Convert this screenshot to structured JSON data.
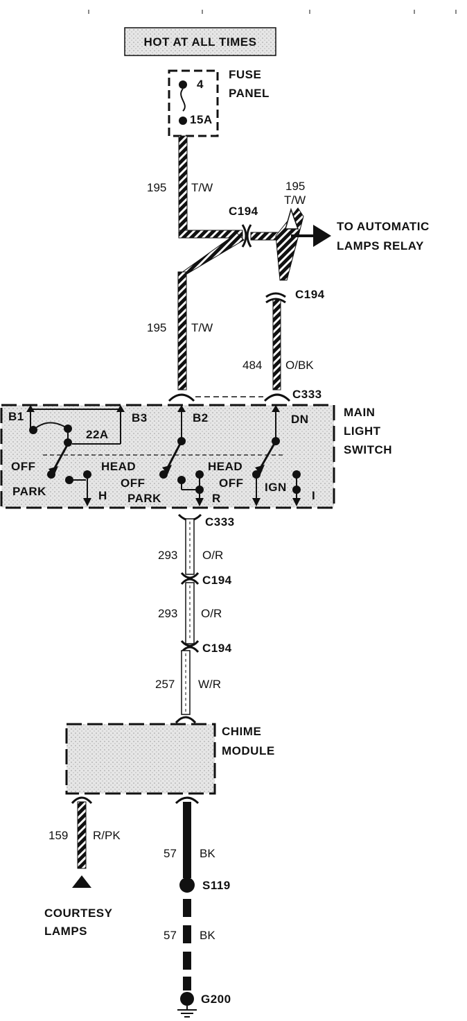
{
  "header": {
    "banner": "HOT AT ALL TIMES"
  },
  "fuse": {
    "title_line1": "FUSE",
    "title_line2": "PANEL",
    "number": "4",
    "rating": "15A"
  },
  "wires": {
    "w195_top": {
      "number": "195",
      "color": "T/W"
    },
    "w195_branch": {
      "number": "195",
      "color": "T/W"
    },
    "w195_mid": {
      "number": "195",
      "color": "T/W"
    },
    "w484": {
      "number": "484",
      "color": "O/BK"
    },
    "w293_a": {
      "number": "293",
      "color": "O/R"
    },
    "w293_b": {
      "number": "293",
      "color": "O/R"
    },
    "w257": {
      "number": "257",
      "color": "W/R"
    },
    "w159": {
      "number": "159",
      "color": "R/PK"
    },
    "w57_a": {
      "number": "57",
      "color": "BK"
    },
    "w57_b": {
      "number": "57",
      "color": "BK"
    }
  },
  "connectors": {
    "c194_top": "C194",
    "c194_right": "C194",
    "c333_top": "C333",
    "c333_bottom": "C333",
    "c194_lower1": "C194",
    "c194_lower2": "C194"
  },
  "relay": {
    "line1": "TO AUTOMATIC",
    "line2": "LAMPS RELAY"
  },
  "switch": {
    "title_line1": "MAIN",
    "title_line2": "LIGHT",
    "title_line3": "SWITCH",
    "b1": "B1",
    "b3": "B3",
    "b2": "B2",
    "dn": "DN",
    "breaker": "22A",
    "off1": "OFF",
    "park1": "PARK",
    "h": "H",
    "head1": "HEAD",
    "off2": "OFF",
    "park2": "PARK",
    "r": "R",
    "head2": "HEAD",
    "off3": "OFF",
    "ign": "IGN",
    "i": "I"
  },
  "chime": {
    "line1": "CHIME",
    "line2": "MODULE"
  },
  "courtesy": {
    "line1": "COURTESY",
    "line2": "LAMPS"
  },
  "splice": "S119",
  "ground": "G200",
  "colors": {
    "ink": "#111111",
    "shade": "#d8d8d8",
    "paper": "#ffffff"
  }
}
